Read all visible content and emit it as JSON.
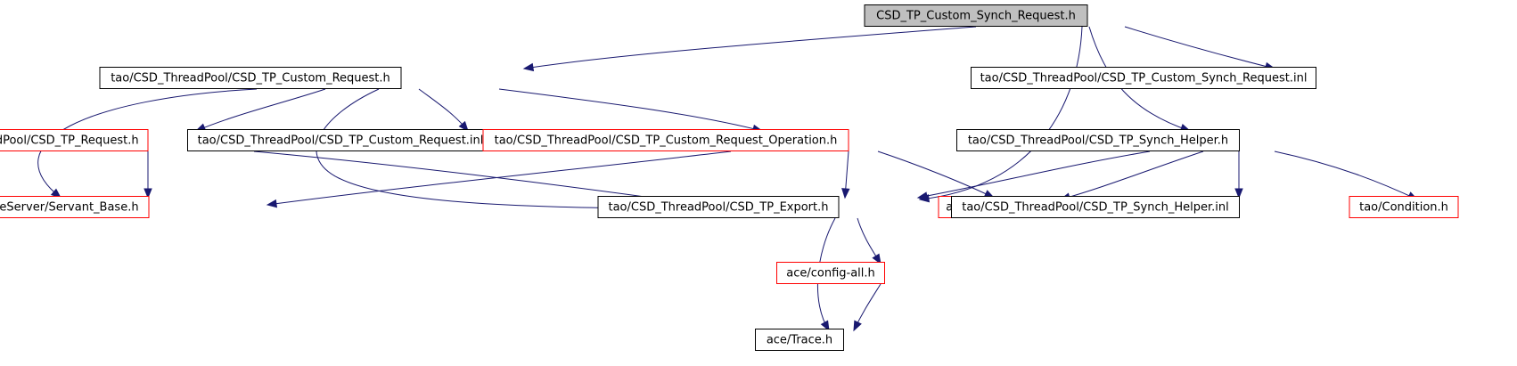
{
  "colors": {
    "edge": "#191970",
    "red_border": "#ff0000",
    "root_fill": "#bfbfbf"
  },
  "nodes": {
    "root": {
      "label": "CSD_TP_Custom_Synch_Request.h",
      "style": "root"
    },
    "custom_request": {
      "label": "tao/CSD_ThreadPool/CSD_TP_Custom_Request.h",
      "style": "black"
    },
    "synch_request_inl": {
      "label": "tao/CSD_ThreadPool/CSD_TP_Custom_Synch_Request.inl",
      "style": "black"
    },
    "tp_request": {
      "label": "tao/CSD_ThreadPool/CSD_TP_Request.h",
      "style": "red"
    },
    "custom_request_inl": {
      "label": "tao/CSD_ThreadPool/CSD_TP_Custom_Request.inl",
      "style": "black"
    },
    "custom_request_op": {
      "label": "tao/CSD_ThreadPool/CSD_TP_Custom_Request_Operation.h",
      "style": "red"
    },
    "synch_helper": {
      "label": "tao/CSD_ThreadPool/CSD_TP_Synch_Helper.h",
      "style": "black"
    },
    "servant_base": {
      "label": "tao/PortableServer/Servant_Base.h",
      "style": "red"
    },
    "tp_export": {
      "label": "tao/CSD_ThreadPool/CSD_TP_Export.h",
      "style": "black"
    },
    "ace_synch": {
      "label": "ace/Synch.h",
      "style": "red"
    },
    "synch_helper_inl": {
      "label": "tao/CSD_ThreadPool/CSD_TP_Synch_Helper.inl",
      "style": "black"
    },
    "tao_condition": {
      "label": "tao/Condition.h",
      "style": "red"
    },
    "config_all": {
      "label": "ace/config-all.h",
      "style": "red"
    },
    "ace_trace": {
      "label": "ace/Trace.h",
      "style": "black"
    }
  },
  "edges": [
    [
      "root",
      "custom_request"
    ],
    [
      "root",
      "synch_request_inl"
    ],
    [
      "root",
      "tp_export"
    ],
    [
      "root",
      "synch_helper"
    ],
    [
      "custom_request",
      "tp_request"
    ],
    [
      "custom_request",
      "custom_request_inl"
    ],
    [
      "custom_request",
      "custom_request_op"
    ],
    [
      "custom_request",
      "servant_base"
    ],
    [
      "custom_request",
      "tp_export"
    ],
    [
      "tp_request",
      "servant_base"
    ],
    [
      "tp_request",
      "tp_export"
    ],
    [
      "custom_request_op",
      "servant_base"
    ],
    [
      "custom_request_op",
      "tp_export"
    ],
    [
      "custom_request_op",
      "ace_synch"
    ],
    [
      "synch_helper",
      "tp_export"
    ],
    [
      "synch_helper",
      "ace_synch"
    ],
    [
      "synch_helper",
      "synch_helper_inl"
    ],
    [
      "synch_helper",
      "tao_condition"
    ],
    [
      "tp_export",
      "config_all"
    ],
    [
      "tp_export",
      "ace_trace"
    ],
    [
      "config_all",
      "ace_trace"
    ]
  ]
}
